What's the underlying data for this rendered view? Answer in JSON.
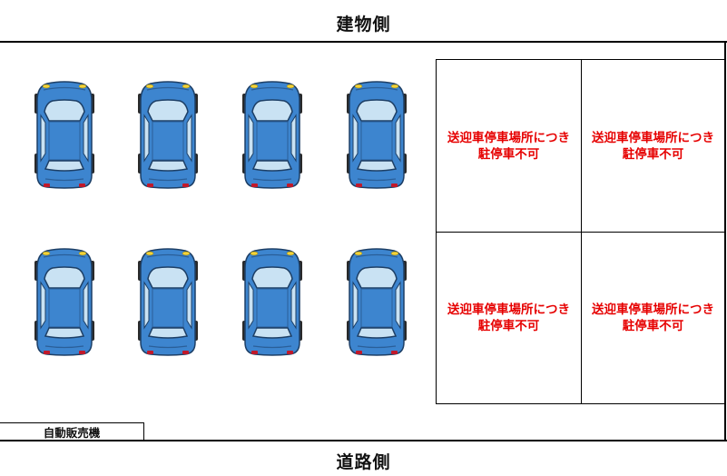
{
  "labels": {
    "building_side": "建物側",
    "road_side": "道路側"
  },
  "cars": {
    "icon": "car-top-view-icon",
    "body_color": "#3d85cf",
    "rows": 2,
    "per_row": 4
  },
  "no_parking_cells": [
    {
      "line1": "送迎車停車場所につき",
      "line2": "駐停車不可"
    },
    {
      "line1": "送迎車停車場所につき",
      "line2": "駐停車不可"
    },
    {
      "line1": "送迎車停車場所につき",
      "line2": "駐停車不可"
    },
    {
      "line1": "送迎車停車場所につき",
      "line2": "駐停車不可"
    }
  ],
  "vending_machine": {
    "label": "自動販売機"
  },
  "colors": {
    "warning_text": "#e60000",
    "car_body": "#3d85cf"
  }
}
